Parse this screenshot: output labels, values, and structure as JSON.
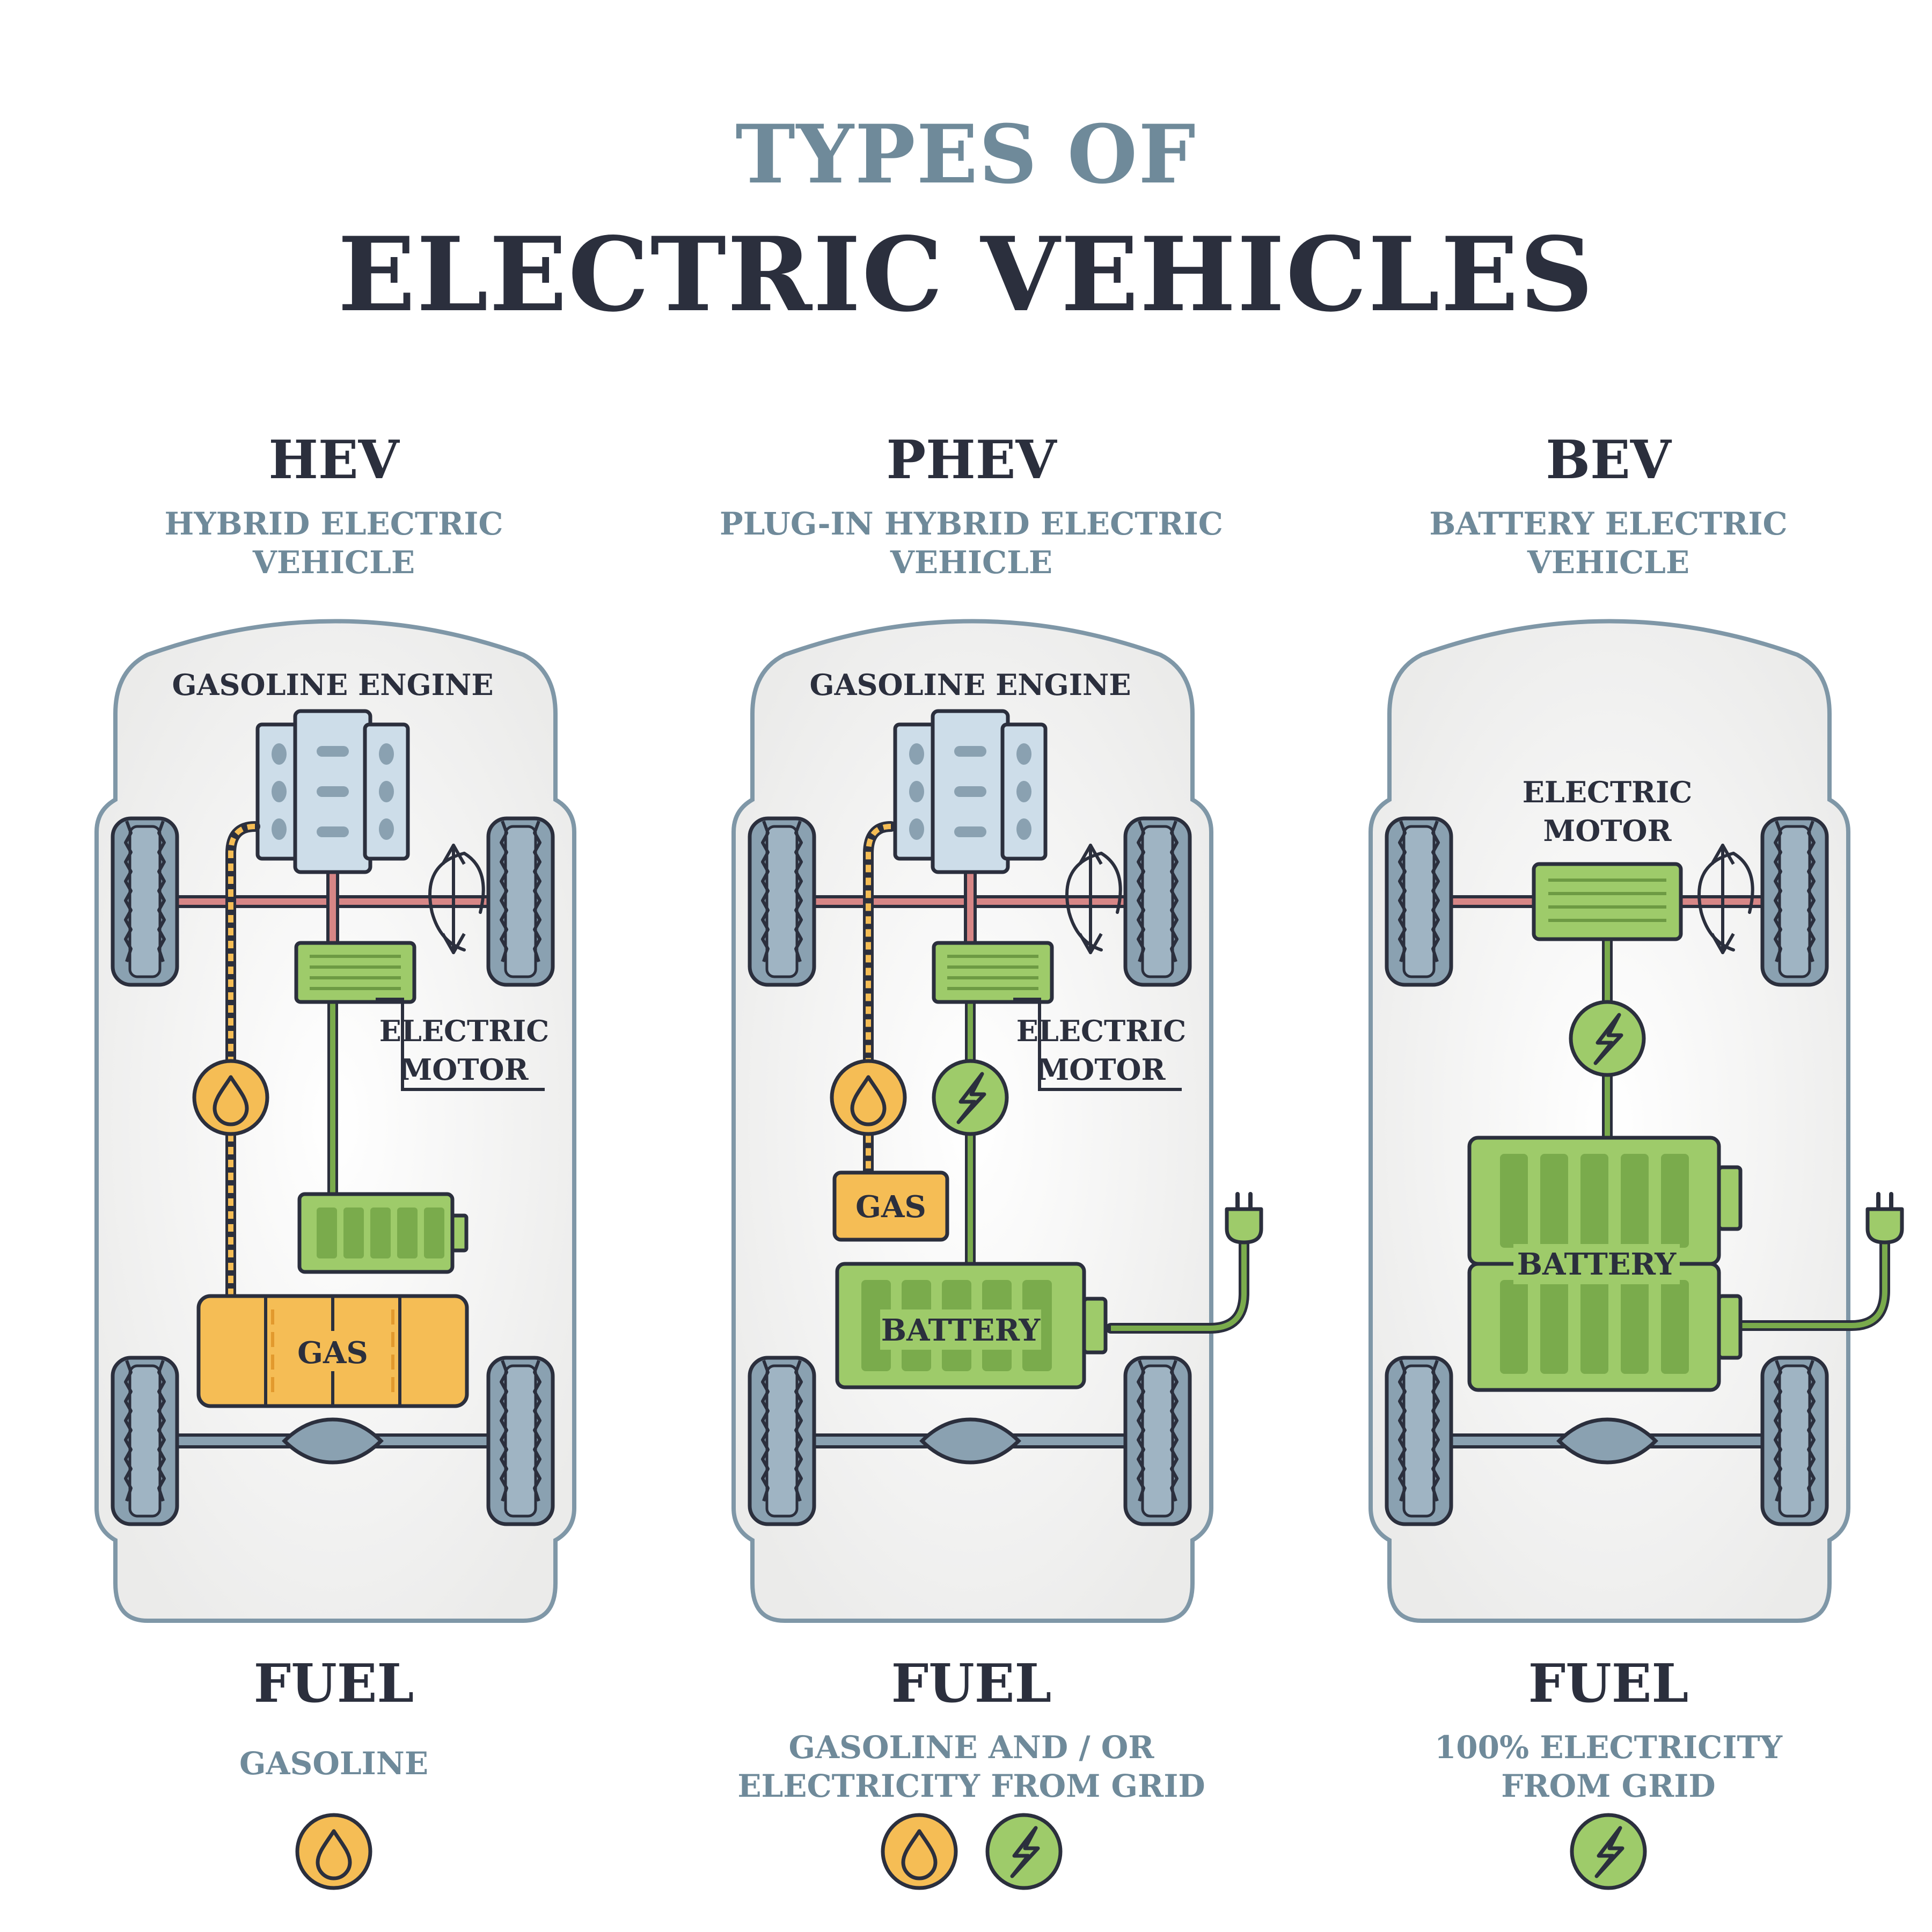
{
  "header": {
    "title_top": "TYPES OF",
    "title_main": "ELECTRIC VEHICLES"
  },
  "columns": [
    {
      "abbr": "HEV",
      "subtitle": [
        "HYBRID ELECTRIC",
        "VEHICLE"
      ],
      "engine_label": "GASOLINE ENGINE",
      "motor_label": [
        "ELECTRIC",
        "MOTOR"
      ],
      "tank_label": "GAS",
      "fuel_heading": "FUEL",
      "fuel_desc": [
        "GASOLINE"
      ]
    },
    {
      "abbr": "PHEV",
      "subtitle": [
        "PLUG-IN HYBRID ELECTRIC",
        "VEHICLE"
      ],
      "engine_label": "GASOLINE ENGINE",
      "motor_label": [
        "ELECTRIC",
        "MOTOR"
      ],
      "tank_label": "GAS",
      "battery_label": "BATTERY",
      "fuel_heading": "FUEL",
      "fuel_desc": [
        "GASOLINE AND / OR",
        "ELECTRICITY FROM GRID"
      ]
    },
    {
      "abbr": "BEV",
      "subtitle": [
        "BATTERY ELECTRIC",
        "VEHICLE"
      ],
      "motor_label": [
        "ELECTRIC",
        "MOTOR"
      ],
      "battery_label": "BATTERY",
      "fuel_heading": "FUEL",
      "fuel_desc": [
        "100% ELECTRICITY",
        "FROM GRID"
      ]
    }
  ],
  "colors": {
    "dark": "#2b2f3d",
    "slate": "#6f8a9a",
    "gas_orange": "#f5bd55",
    "battery_green": "#9ecb6a",
    "battery_green_dark": "#7aab4c",
    "engine_blue": "#cddde9",
    "axle_red": "#d78686",
    "car_body": "#efefee"
  },
  "icons": [
    "fuel-drop-icon",
    "lightning-icon",
    "plug-icon",
    "rotation-arrow-icon"
  ]
}
